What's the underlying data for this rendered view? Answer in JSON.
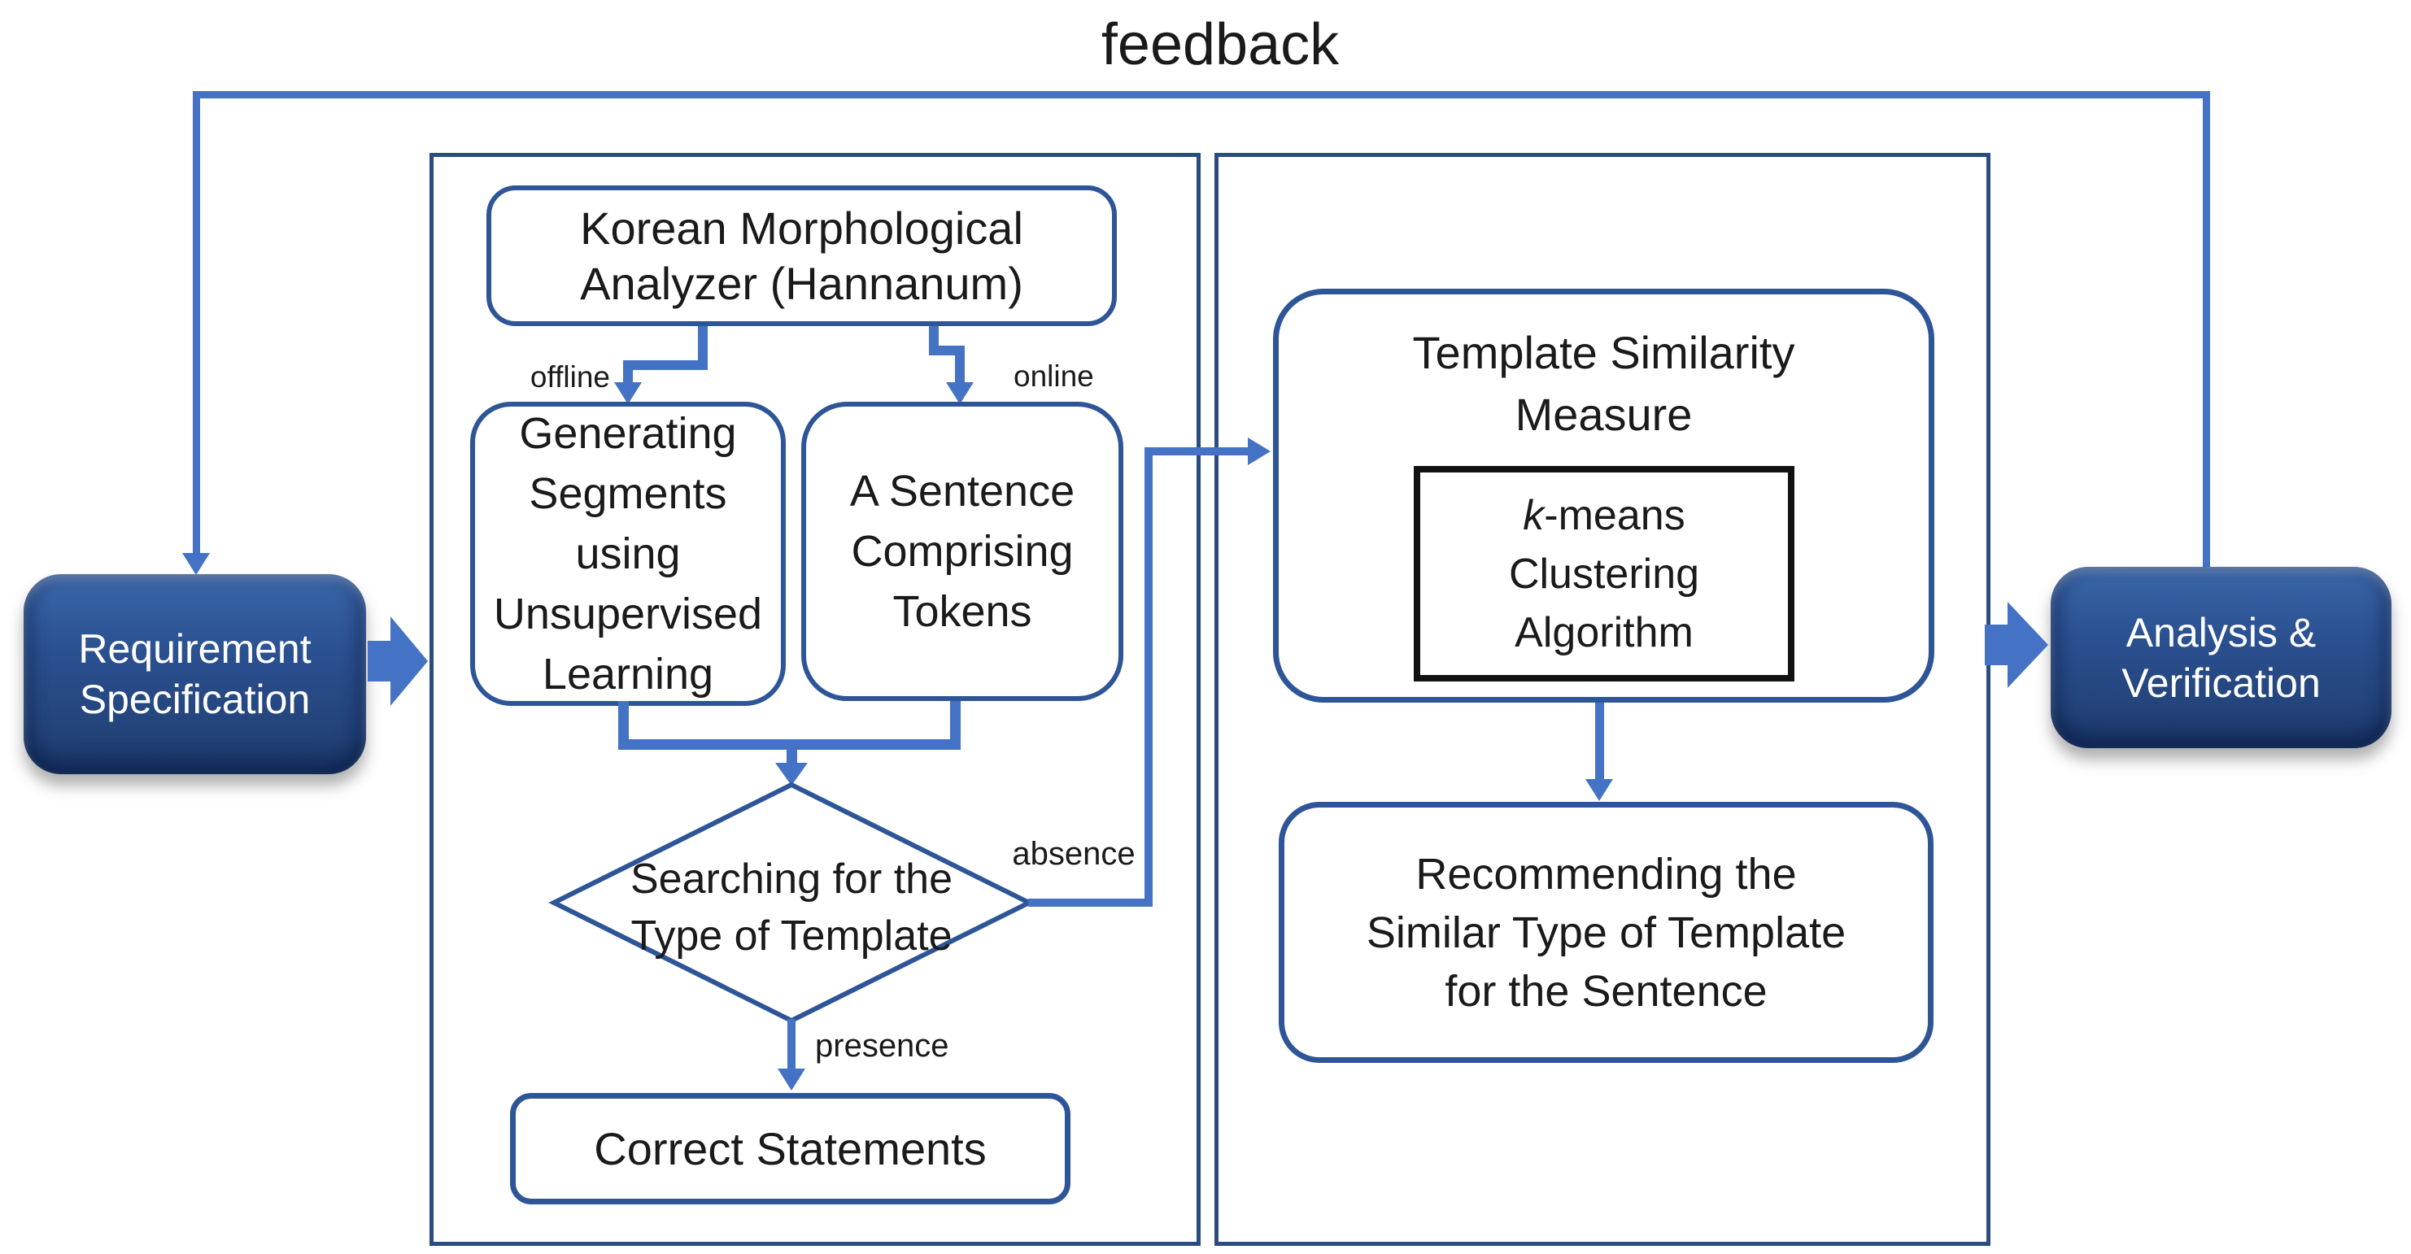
{
  "title": {
    "feedback_label": "feedback"
  },
  "nodes": {
    "requirement": {
      "line1": "Requirement",
      "line2": "Specification"
    },
    "analysis": {
      "line1": "Analysis &",
      "line2": "Verification"
    },
    "kma": {
      "line1": "Korean Morphological",
      "line2": "Analyzer (Hannanum)"
    },
    "generating": {
      "lines": [
        "Generating",
        "Segments",
        "using",
        "Unsupervised",
        "Learning"
      ]
    },
    "sentence": {
      "lines": [
        "A Sentence",
        "Comprising",
        "Tokens"
      ]
    },
    "decision": {
      "line1": "Searching for the",
      "line2": "Type of Template"
    },
    "correct": {
      "label": "Correct Statements"
    },
    "template_measure": {
      "line1": "Template Similarity",
      "line2": "Measure"
    },
    "kmeans": {
      "k": "k",
      "rest": "-means",
      "line2": "Clustering",
      "line3": "Algorithm"
    },
    "recommending": {
      "lines": [
        "Recommending the",
        "Similar Type of Template",
        "for the Sentence"
      ]
    }
  },
  "edge_labels": {
    "offline": "offline",
    "online": "online",
    "absence": "absence",
    "presence": "presence"
  },
  "colors": {
    "connector": "#4472C4",
    "box_border": "#2E5597",
    "container_border": "#2C4C80",
    "kmeans_border": "#111111",
    "node_fill_top": "#3A67A9",
    "node_fill_bottom": "#1F3C6E",
    "text": "#1A1A1A"
  }
}
